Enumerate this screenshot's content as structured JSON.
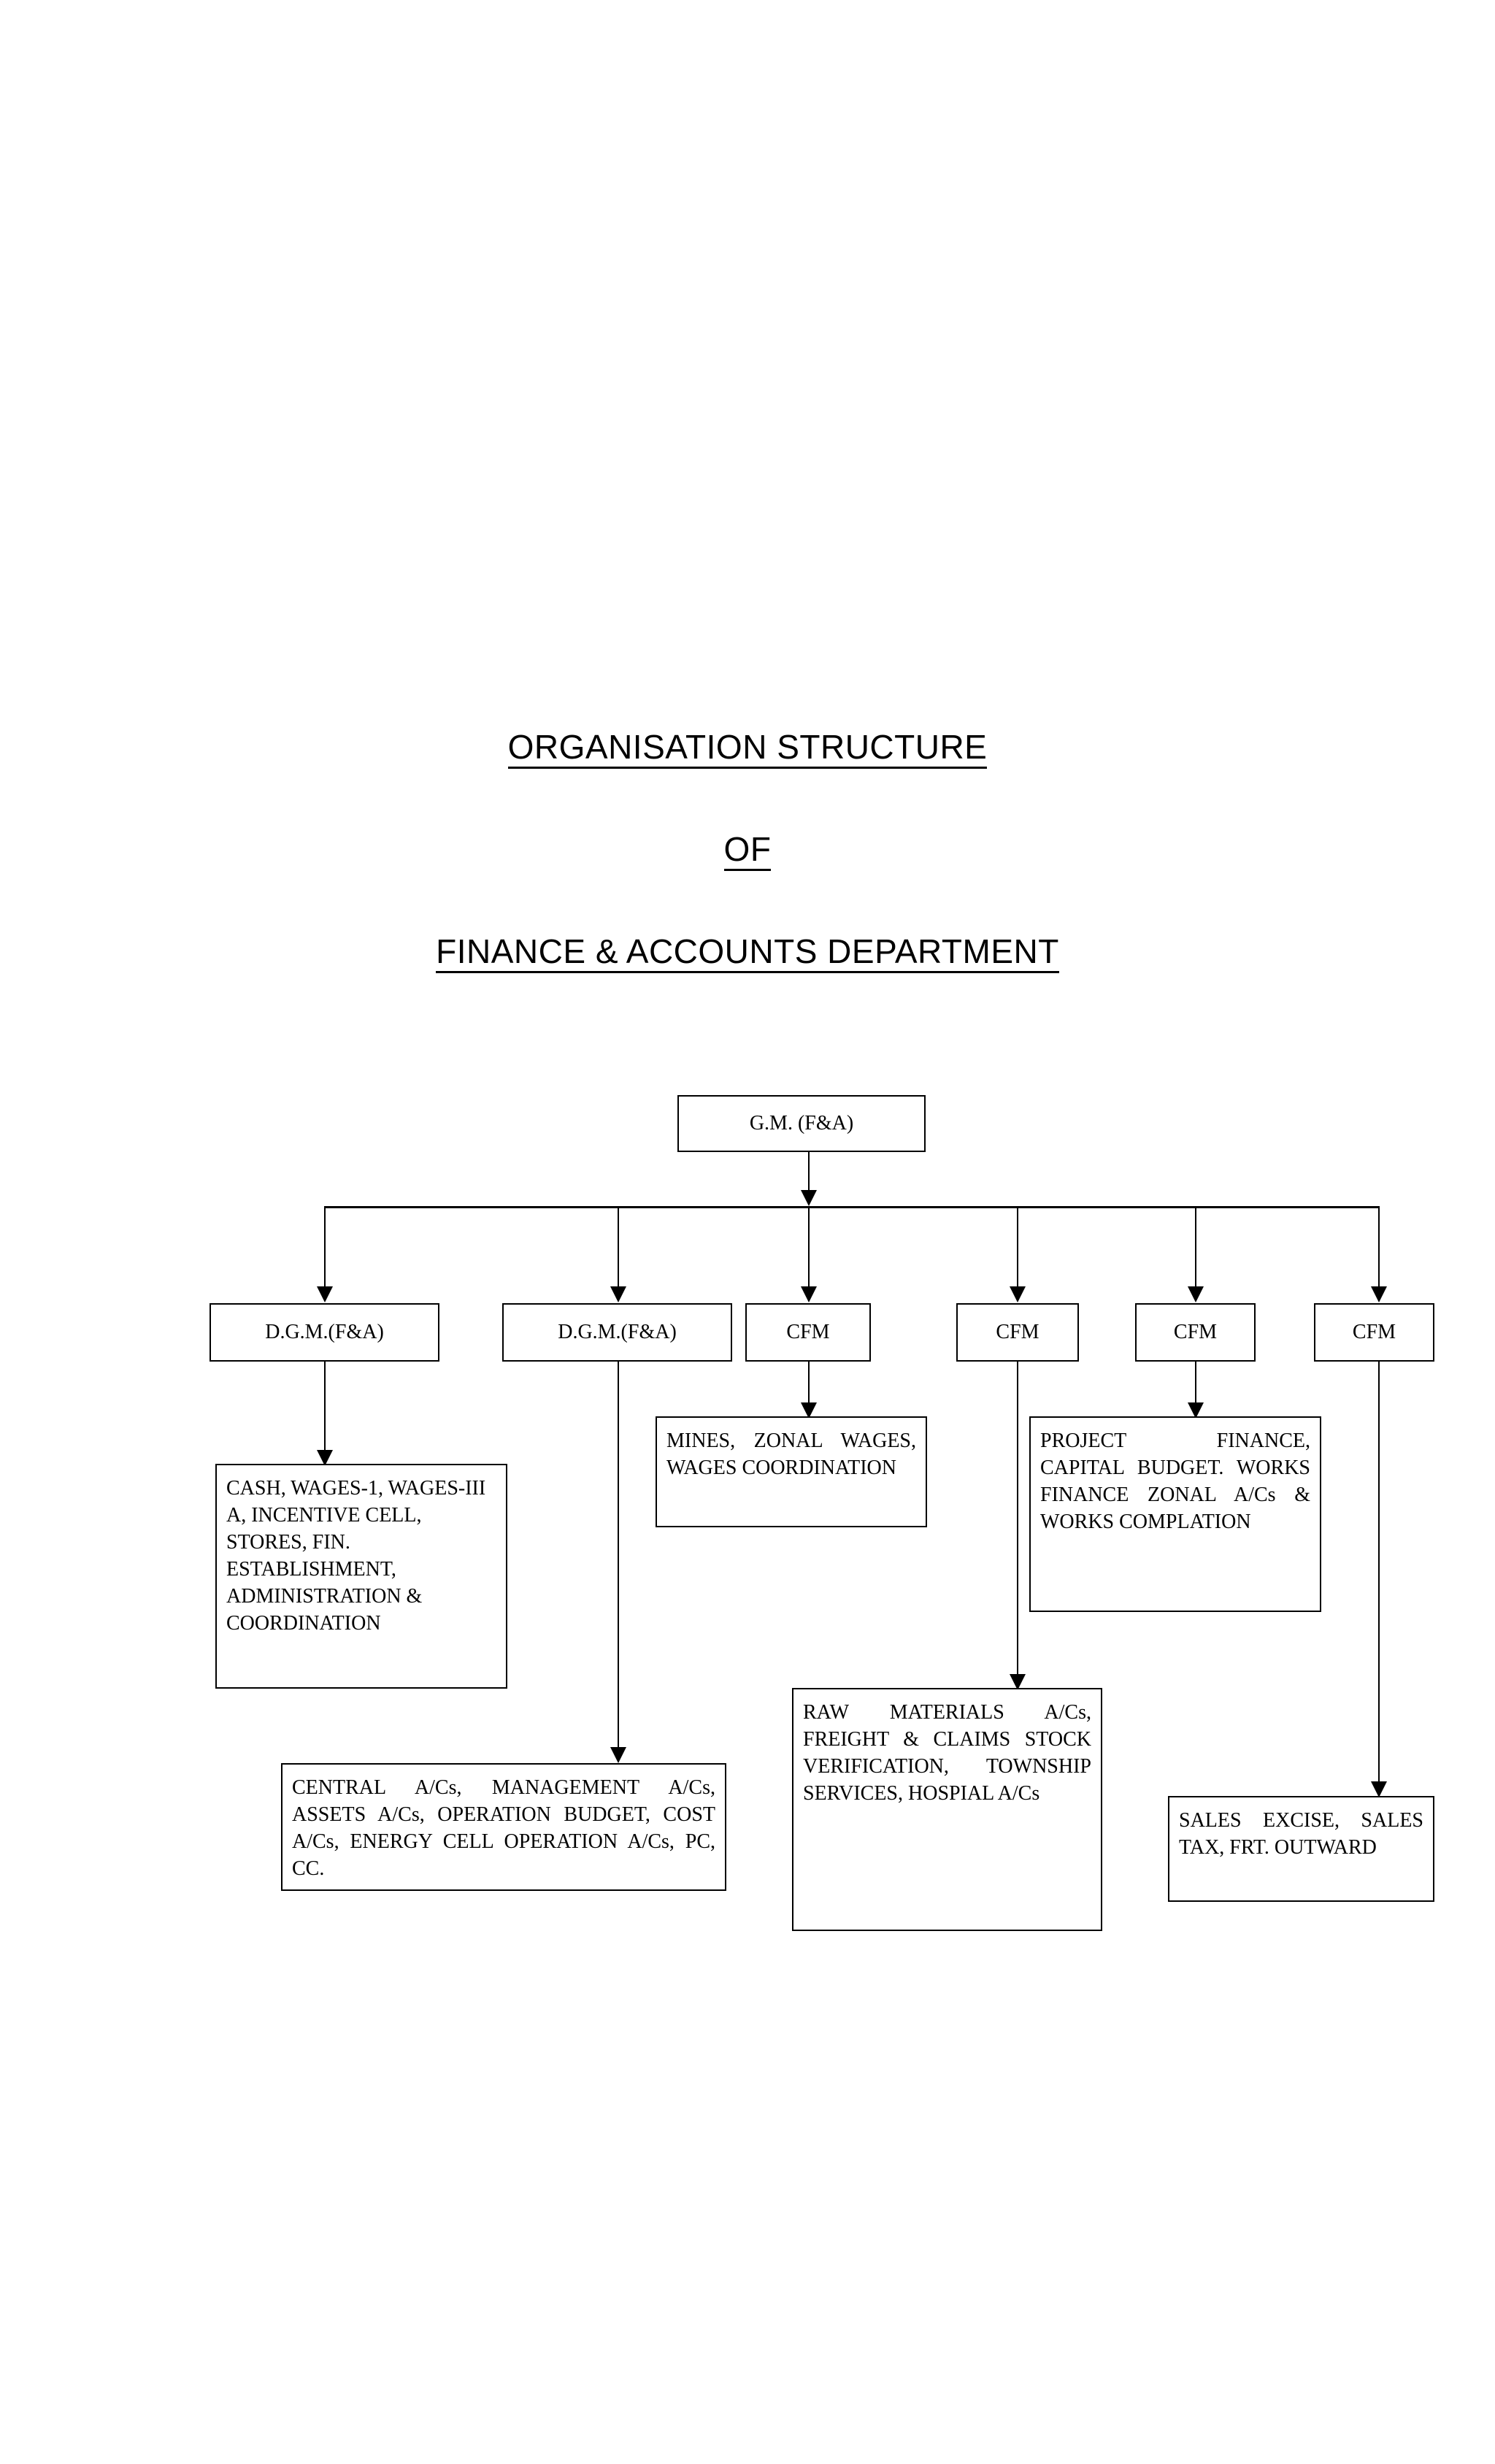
{
  "title": {
    "line1": "ORGANISATION STRUCTURE",
    "line2": "OF",
    "line3": "FINANCE & ACCOUNTS DEPARTMENT"
  },
  "chart": {
    "root": {
      "id": "gm",
      "label": "G.M. (F&A)"
    },
    "level2": [
      {
        "id": "dgm-1",
        "label": "D.G.M.(F&A)"
      },
      {
        "id": "dgm-2",
        "label": "D.G.M.(F&A)"
      },
      {
        "id": "cfm-1",
        "label": "CFM"
      },
      {
        "id": "cfm-2",
        "label": "CFM"
      },
      {
        "id": "cfm-3",
        "label": "CFM"
      },
      {
        "id": "cfm-4",
        "label": "CFM"
      }
    ],
    "functions": [
      {
        "id": "fn-cash",
        "parent": "dgm-1",
        "label": "CASH, WAGES-1, WAGES-III A, INCENTIVE CELL, STORES, FIN. ESTABLISHMENT, ADMINISTRATION & COORDINATION"
      },
      {
        "id": "fn-central",
        "parent": "dgm-2",
        "label": "CENTRAL A/Cs, MANAGEMENT A/Cs, ASSETS A/Cs, OPERATION BUDGET, COST A/Cs, ENERGY CELL OPERATION A/Cs, PC, CC."
      },
      {
        "id": "fn-mines",
        "parent": "cfm-1",
        "label": "MINES, ZONAL WAGES, WAGES COORDINATION"
      },
      {
        "id": "fn-raw",
        "parent": "cfm-2",
        "label": "RAW MATERIALS A/Cs, FREIGHT & CLAIMS STOCK VERIFICATION, TOWNSHIP SERVICES, HOSPIAL A/Cs"
      },
      {
        "id": "fn-project",
        "parent": "cfm-3",
        "label": "PROJECT FINANCE, CAPITAL BUDGET. WORKS FINANCE ZONAL A/Cs & WORKS COMPLATION"
      },
      {
        "id": "fn-sales",
        "parent": "cfm-4",
        "label": "SALES EXCISE, SALES TAX, FRT. OUTWARD"
      }
    ]
  },
  "colors": {
    "ink": "#000000",
    "paper": "#ffffff"
  }
}
